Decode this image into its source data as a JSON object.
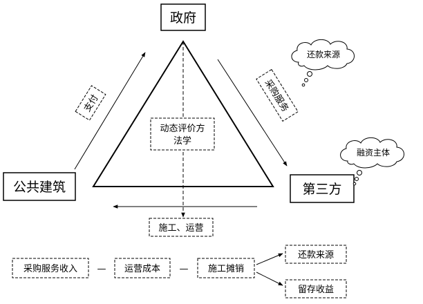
{
  "nodes": {
    "government": "政府",
    "public_building": "公共建筑",
    "third_party": "第三方"
  },
  "flows": {
    "pay": "支付",
    "purchase_service": "采购服务",
    "construction_operation": "施工、运营"
  },
  "center": {
    "line1": "动态评价方",
    "line2": "法学"
  },
  "clouds": {
    "repayment_source": "还款来源",
    "financing_entity": "融资主体"
  },
  "formula": {
    "income": "采购服务收入",
    "minus1": "—",
    "operating_cost": "运营成本",
    "minus2": "—",
    "construction_amortization": "施工摊销"
  },
  "outcomes": {
    "repayment_source": "还款来源",
    "retained_earnings": "留存收益"
  }
}
